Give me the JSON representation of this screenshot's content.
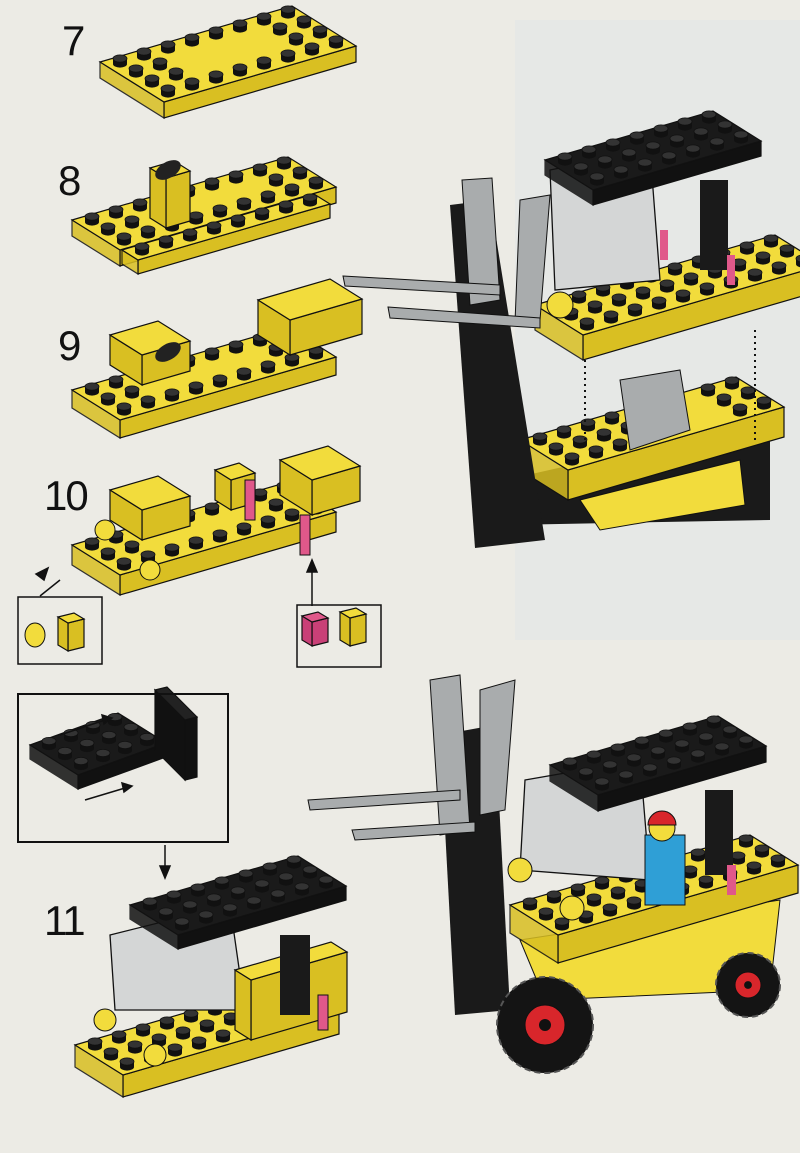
{
  "steps": [
    {
      "number": "7"
    },
    {
      "number": "8"
    },
    {
      "number": "9"
    },
    {
      "number": "10"
    },
    {
      "number": "11"
    }
  ],
  "colors": {
    "paper": "#ecebe5",
    "yellow": "#f2dc3c",
    "yellow_side": "#d9bf22",
    "black": "#1a1a1a",
    "grey": "#a9acad",
    "light_grey": "#d4d6d6",
    "pink": "#e0588a",
    "blue": "#2f9fd6",
    "red": "#d8262b"
  }
}
